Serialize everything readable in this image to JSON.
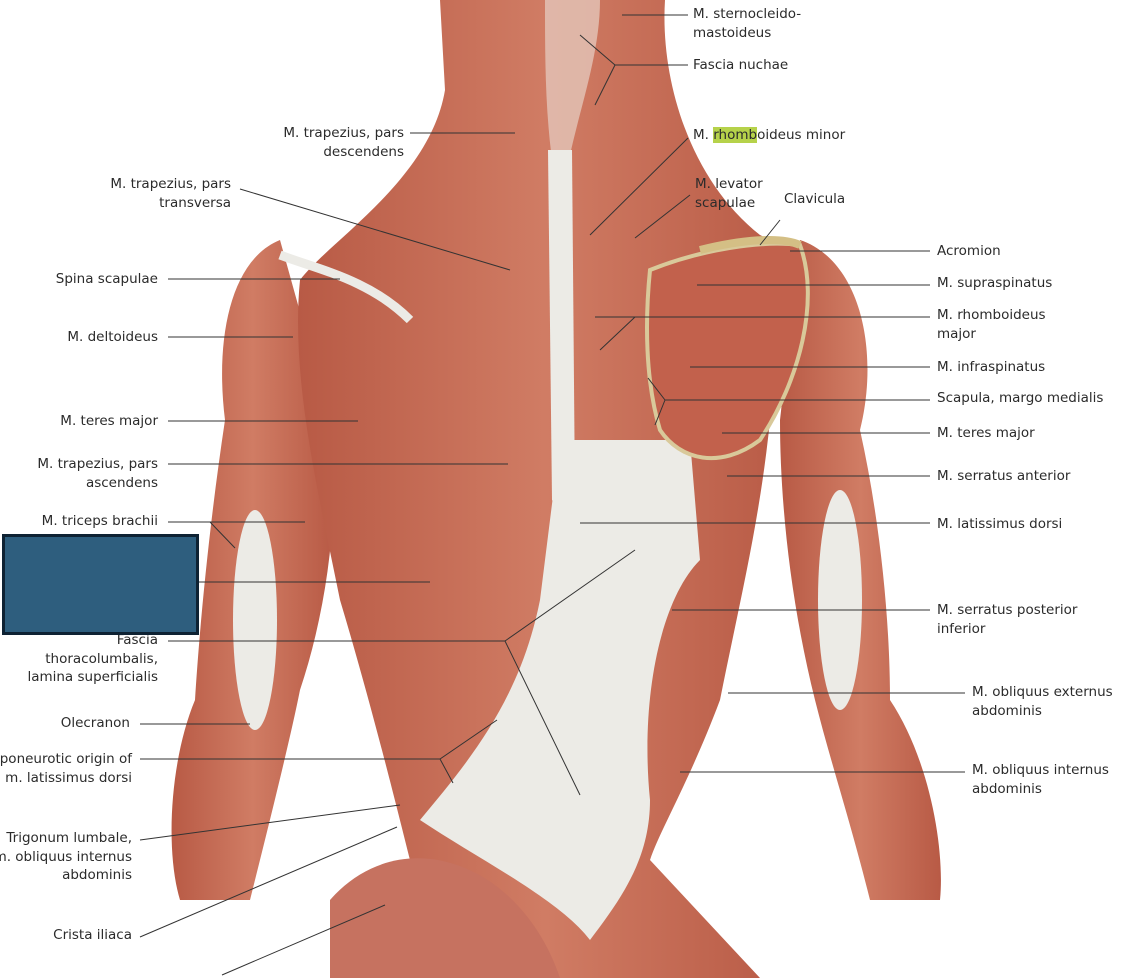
{
  "colors": {
    "muscle": "#c8705a",
    "muscle_dark": "#a9503e",
    "tendon": "#ecebe6",
    "highlight": "#b6d24a",
    "mask": "#2e5e7e",
    "mask_border": "#0e2233"
  },
  "left_labels": [
    {
      "lines": [
        "M. trapezius, pars",
        "descendens"
      ]
    },
    {
      "lines": [
        "M. trapezius, pars",
        "transversa"
      ]
    },
    {
      "lines": [
        "Spina scapulae"
      ]
    },
    {
      "lines": [
        "M. deltoideus"
      ]
    },
    {
      "lines": [
        "M. teres major"
      ]
    },
    {
      "lines": [
        "M. trapezius, pars",
        "ascendens"
      ]
    },
    {
      "lines": [
        "M. triceps brachii"
      ]
    },
    {
      "lines": [
        "Fascia",
        "thoracolumbalis,",
        "lamina superficialis"
      ]
    },
    {
      "lines": [
        "Olecranon"
      ]
    },
    {
      "lines": [
        "Aponeurotic origin of",
        "m. latissimus dorsi"
      ]
    },
    {
      "lines": [
        "Trigonum lumbale,",
        "m. obliquus internus",
        "abdominis"
      ]
    },
    {
      "lines": [
        "Crista iliaca"
      ]
    }
  ],
  "right_labels": [
    {
      "lines": [
        "M. sternocleido-",
        "mastoideus"
      ]
    },
    {
      "lines": [
        "Fascia nuchae"
      ]
    },
    {
      "pre": "M. ",
      "highlight": "rhomb",
      "post": "oideus minor"
    },
    {
      "lines": [
        "M. levator",
        "scapulae"
      ]
    },
    {
      "lines": [
        "Clavicula"
      ]
    },
    {
      "lines": [
        "Acromion"
      ]
    },
    {
      "lines": [
        "M. supraspinatus"
      ]
    },
    {
      "lines": [
        "M. rhomboideus",
        "major"
      ]
    },
    {
      "lines": [
        "M. infraspinatus"
      ]
    },
    {
      "lines": [
        "Scapula, margo medialis"
      ]
    },
    {
      "lines": [
        "M. teres major"
      ]
    },
    {
      "lines": [
        "M. serratus anterior"
      ]
    },
    {
      "lines": [
        "M. latissimus dorsi"
      ]
    },
    {
      "lines": [
        "M. serratus posterior",
        "inferior"
      ]
    },
    {
      "lines": [
        "M. obliquus externus",
        "abdominis"
      ]
    },
    {
      "lines": [
        "M. obliquus internus",
        "abdominis"
      ]
    }
  ]
}
